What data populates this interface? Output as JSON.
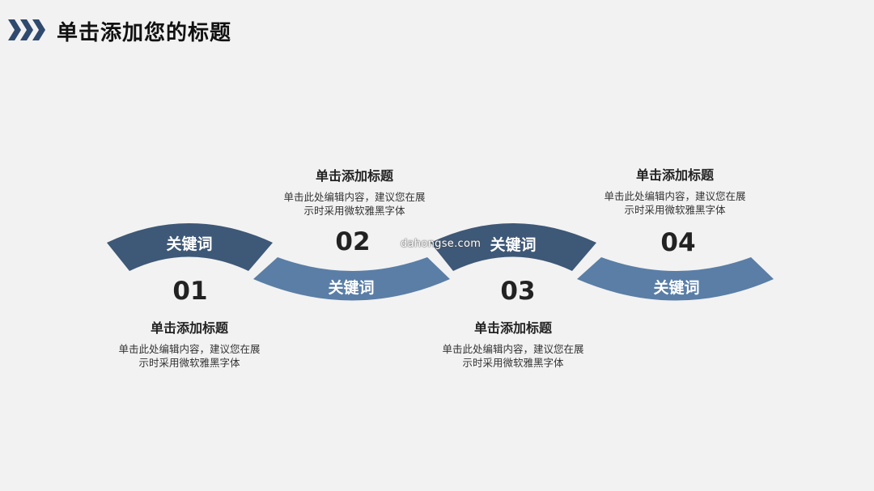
{
  "header": {
    "title": "单击添加您的标题"
  },
  "colors": {
    "dark_arc": "#3e5877",
    "light_arc": "#5a7ea6",
    "chevron": "#2f4a6e"
  },
  "steps": [
    {
      "number": "01",
      "keyword": "关键词",
      "heading": "单击添加标题",
      "body_line1": "单击此处编辑内容，建议您在展",
      "body_line2": "示时采用微软雅黑字体"
    },
    {
      "number": "02",
      "keyword": "关键词",
      "heading": "单击添加标题",
      "body_line1": "单击此处编辑内容，建议您在展",
      "body_line2": "示时采用微软雅黑字体"
    },
    {
      "number": "03",
      "keyword": "关键词",
      "heading": "单击添加标题",
      "body_line1": "单击此处编辑内容，建议您在展",
      "body_line2": "示时采用微软雅黑字体"
    },
    {
      "number": "04",
      "keyword": "关键词",
      "heading": "单击添加标题",
      "body_line1": "单击此处编辑内容，建议您在展",
      "body_line2": "示时采用微软雅黑字体"
    }
  ],
  "watermark": "dahongse.com"
}
